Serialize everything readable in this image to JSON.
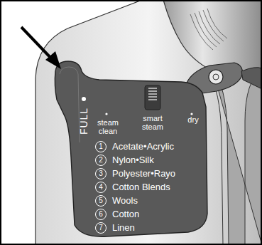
{
  "diagram": {
    "nodes": [
      {
        "text": [
          "1"
        ]
      },
      {
        "text": [
          "2"
        ]
      },
      {
        "text": [
          "3"
        ]
      },
      {
        "text": [
          "4"
        ]
      },
      {
        "text": [
          "5"
        ]
      },
      {
        "text": [
          "6"
        ]
      },
      {
        "text": [
          "7"
        ]
      }
    ],
    "labels": [
      "FULL",
      "steam clean",
      "smart steam",
      "dry",
      "Acetate•Acrylic",
      "Nylon•Silk",
      "Polyester•Rayo",
      "Cotton Blends",
      "Wools",
      "Cotton",
      "Linen"
    ]
  }
}
